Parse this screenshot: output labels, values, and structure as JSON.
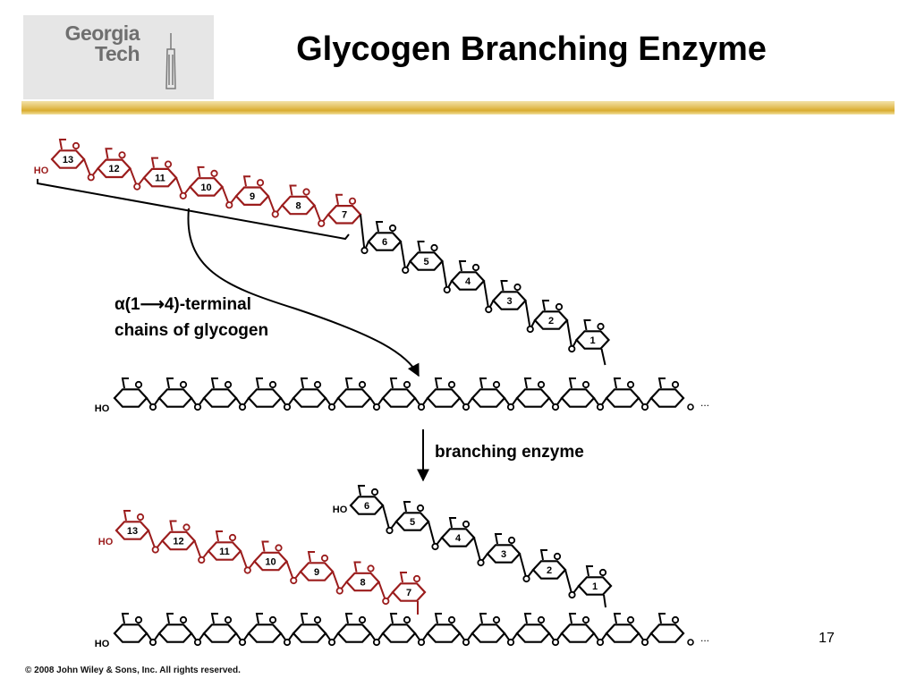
{
  "header": {
    "logo": {
      "line1": "Georgia",
      "line2": "Tech"
    },
    "title": "Glycogen Branching Enzyme"
  },
  "colors": {
    "highlight_chain": "#9b1c1c",
    "chain": "#000000",
    "rule_gold": "#d9ac2e"
  },
  "diagram": {
    "hydroxyl_label": "HO",
    "glycosidic_oxygen": "O",
    "chain_continuation": "...",
    "terminal_chain_label_line1": "α(1⟶4)-terminal",
    "terminal_chain_label_line2": "chains of glycogen",
    "reaction_label": "branching enzyme",
    "before": {
      "red_residues": [
        "13",
        "12",
        "11",
        "10",
        "9",
        "8",
        "7"
      ],
      "black_residues": [
        "6",
        "5",
        "4",
        "3",
        "2",
        "1"
      ],
      "backbone_ring_count": 13
    },
    "after": {
      "red_residues": [
        "13",
        "12",
        "11",
        "10",
        "9",
        "8",
        "7"
      ],
      "black_residues": [
        "6",
        "5",
        "4",
        "3",
        "2",
        "1"
      ],
      "backbone_ring_count": 13
    }
  },
  "footer": {
    "page_number": "17",
    "copyright": "© 2008 John Wiley & Sons, Inc. All rights reserved."
  }
}
